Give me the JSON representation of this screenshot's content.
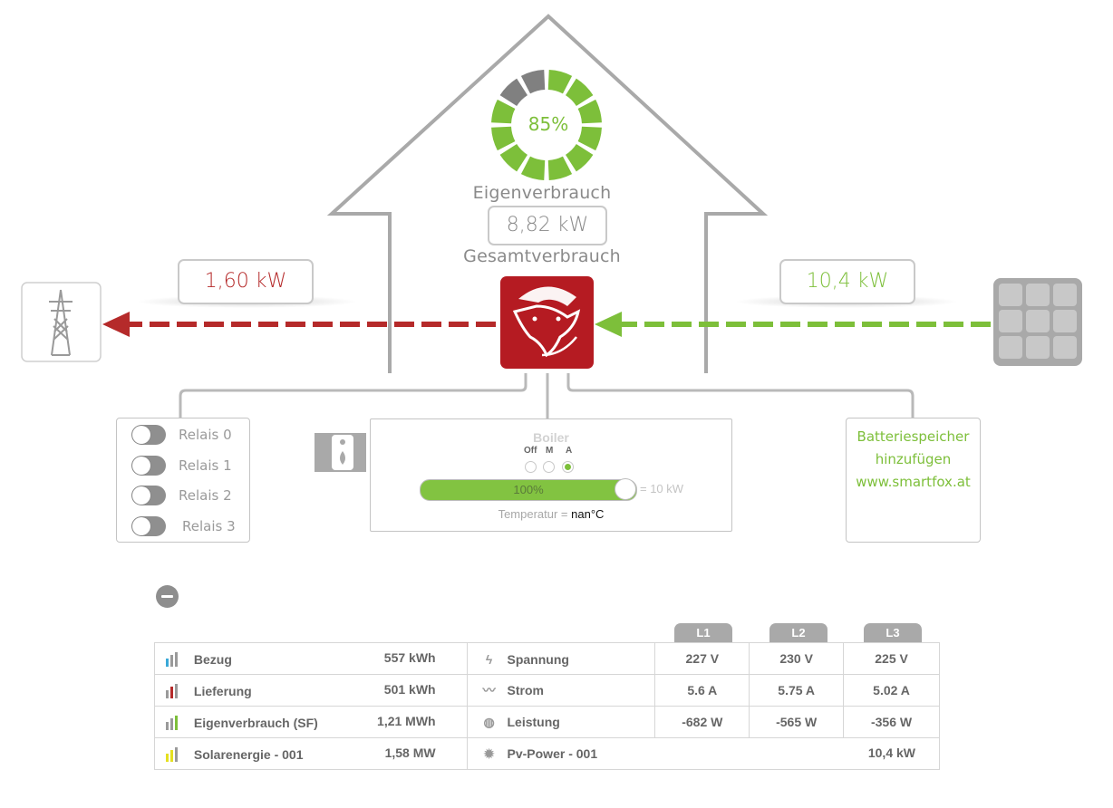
{
  "self_consumption": {
    "percent": "85%",
    "ratio": 0.85,
    "label": "Eigenverbrauch",
    "total_value": "8,82 kW",
    "total_label": "Gesamtverbrauch"
  },
  "grid": {
    "value": "1,60 kW",
    "icon": "power-tower-icon",
    "color": "#b52a2a"
  },
  "solar": {
    "value": "10,4 kW",
    "icon": "solar-panel-icon",
    "color": "#7dbf3a"
  },
  "relays": [
    {
      "label": "Relais 0"
    },
    {
      "label": "Relais 1"
    },
    {
      "label": "Relais 2"
    },
    {
      "label": "Relais 3"
    }
  ],
  "boiler": {
    "title": "Boiler",
    "modes": [
      "Off",
      "M",
      "A"
    ],
    "selected_mode": "A",
    "progress_text": "100%",
    "progress": 1.0,
    "power_text": "= 10 kW",
    "temp_label": "Temperatur =",
    "temp_value": "nan°C",
    "icon": "boiler-icon"
  },
  "battery": {
    "line1": "Batteriespeicher",
    "line2": "hinzufügen",
    "line3": "www.smartfox.at"
  },
  "colors": {
    "accent_green": "#7dbf3a",
    "accent_red": "#b52a2a",
    "logo_red": "#b51b22",
    "gray": "#a9a9a9"
  },
  "stats": {
    "phase_tabs": [
      "L1",
      "L2",
      "L3"
    ],
    "rows": [
      {
        "bar_color": "#3aa9d8",
        "label": "Bezug",
        "value": "557 kWh",
        "icon": "lightning-icon",
        "metric": "Spannung",
        "l1": "227 V",
        "l2": "230 V",
        "l3": "225 V"
      },
      {
        "bar_color": "#b52a2a",
        "label": "Lieferung",
        "value": "501 kWh",
        "icon": "waveform-icon",
        "metric": "Strom",
        "l1": "5.6 A",
        "l2": "5.75 A",
        "l3": "5.02 A"
      },
      {
        "bar_color": "#7dbf3a",
        "label": "Eigenverbrauch (SF)",
        "value": "1,21 MWh",
        "icon": "gauge-icon",
        "metric": "Leistung",
        "l1": "-682 W",
        "l2": "-565 W",
        "l3": "-356 W"
      },
      {
        "bar_color": "#e5e020",
        "label": "Solarenergie - 001",
        "value": "1,58 MW",
        "icon": "sun-icon",
        "metric": "Pv-Power - 001",
        "total": "10,4 kW"
      }
    ]
  }
}
